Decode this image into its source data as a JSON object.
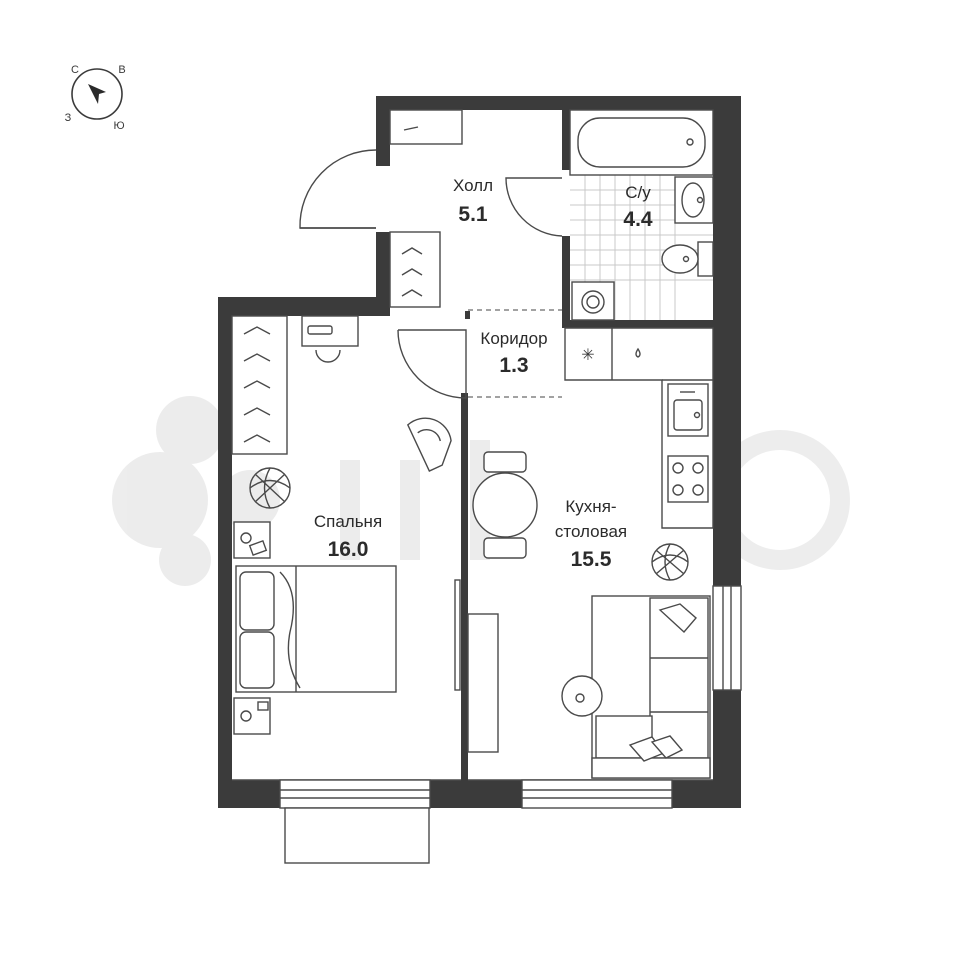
{
  "compass": {
    "north": "С",
    "east": "В",
    "west": "З",
    "south": "Ю"
  },
  "rooms": {
    "hall": {
      "name": "Холл",
      "area": "5.1"
    },
    "bathroom": {
      "name": "С/у",
      "area": "4.4"
    },
    "corridor": {
      "name": "Коридор",
      "area": "1.3"
    },
    "bedroom": {
      "name": "Спальня",
      "area": "16.0"
    },
    "kitchen": {
      "name_line1": "Кухня-",
      "name_line2": "столовая",
      "area": "15.5"
    }
  },
  "icons": {
    "fridge": "snowflake-icon",
    "sink_drop": "water-drop-icon"
  }
}
